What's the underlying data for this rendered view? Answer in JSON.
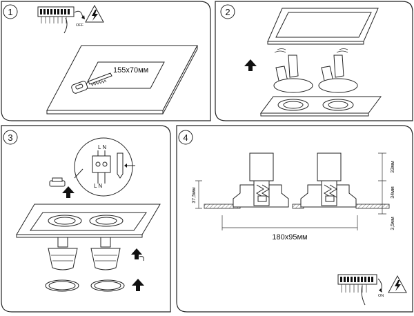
{
  "steps": {
    "s1": {
      "number": "1",
      "cutout": "155x70мм",
      "switch_label": "OFF"
    },
    "s2": {
      "number": "2"
    },
    "s3": {
      "number": "3",
      "top_terms": "L N",
      "bottom_terms": "L N"
    },
    "s4": {
      "number": "4",
      "dim_height": "37,5мм",
      "dim_top": "33мм",
      "dim_mid": "34мм",
      "dim_bottom": "3,5мм",
      "dim_width": "180x95мм",
      "switch_label": "ON"
    }
  }
}
